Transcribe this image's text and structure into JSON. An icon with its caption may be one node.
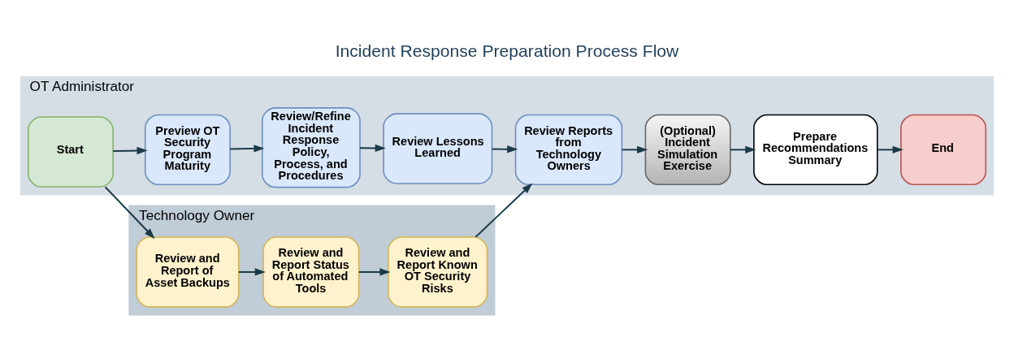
{
  "diagram": {
    "title": "Incident Response Preparation Process Flow",
    "nodes": [
      {
        "text": [
          "OT Administrator"
        ]
      },
      {
        "text": [
          "Start"
        ],
        "in": 0
      },
      {
        "text": [
          "Preview OT Security Program Maturity"
        ],
        "in": 0
      },
      {
        "text": [
          "Review/Refine Incident Response Policy, Process, and Procedures"
        ],
        "in": 0
      },
      {
        "text": [
          "Review Lessons Learned"
        ],
        "in": 0
      },
      {
        "text": [
          "Review Reports from Technology Owners"
        ],
        "in": 0
      },
      {
        "text": [
          "(Optional) Incident Simulation Exercise"
        ],
        "in": 0
      },
      {
        "text": [
          "Prepare Recommendations Summary"
        ],
        "in": 0
      },
      {
        "text": [
          "End"
        ],
        "in": 0
      },
      {
        "text": [
          "Technology Owner"
        ]
      },
      {
        "text": [
          "Review and Report of Asset Backups"
        ],
        "in": 9
      },
      {
        "text": [
          "Review and Report Status of Automated Tools"
        ],
        "in": 9
      },
      {
        "text": [
          "Review and Report Known OT Security Risks"
        ],
        "in": 9
      }
    ],
    "edges": [
      {
        "from": 1,
        "to": 2,
        "arrow": "to"
      },
      {
        "from": 2,
        "to": 3,
        "arrow": "to"
      },
      {
        "from": 3,
        "to": 4,
        "arrow": "to"
      },
      {
        "from": 4,
        "to": 5,
        "arrow": "to"
      },
      {
        "from": 5,
        "to": 6,
        "arrow": "to"
      },
      {
        "from": 6,
        "to": 7,
        "arrow": "to"
      },
      {
        "from": 7,
        "to": 8,
        "arrow": "to"
      },
      {
        "from": 1,
        "to": 10,
        "arrow": "to"
      },
      {
        "from": 10,
        "to": 11,
        "arrow": "to"
      },
      {
        "from": 11,
        "to": 12,
        "arrow": "to"
      },
      {
        "from": 12,
        "to": 5,
        "arrow": "to"
      }
    ]
  }
}
